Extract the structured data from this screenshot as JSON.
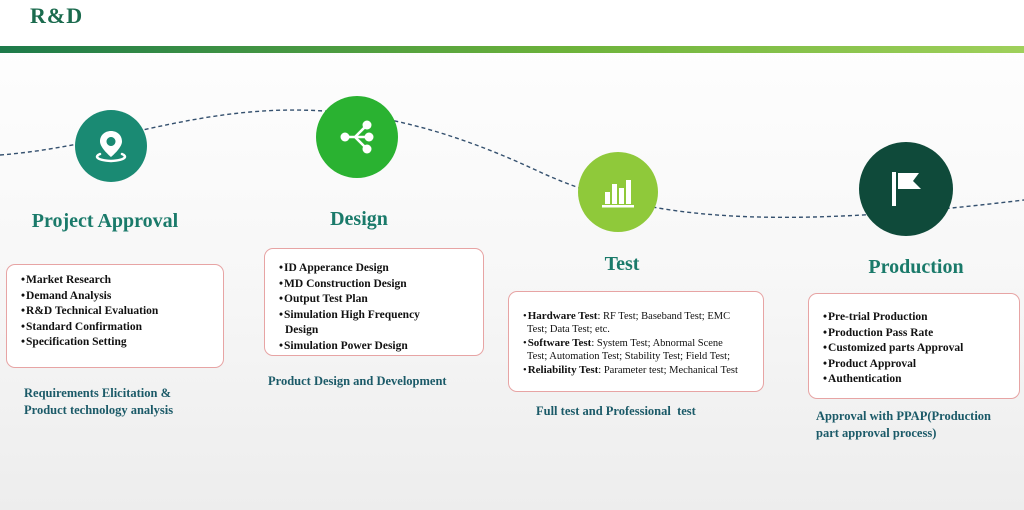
{
  "header": {
    "title": "R&D"
  },
  "stages": [
    {
      "title": "Project Approval",
      "icon": "location-pin-icon",
      "color": "#1a8a73",
      "items": [
        "Market Research",
        "Demand Analysis",
        "R&D Technical Evaluation",
        "Standard Confirmation",
        "Specification Setting"
      ],
      "caption": [
        "Requirements Elicitation &",
        "Product technology analysis"
      ]
    },
    {
      "title": "Design",
      "icon": "share-nodes-icon",
      "color": "#2ab231",
      "items": [
        "ID Apperance Design",
        "MD Construction Design",
        "Output Test Plan",
        "Simulation High Frequency",
        "Design",
        "Simulation Power Design"
      ],
      "caption": [
        "Product Design and Development"
      ]
    },
    {
      "title": "Test",
      "icon": "bar-chart-icon",
      "color": "#8fc93a",
      "items": [
        {
          "label": "Hardware Test",
          "detail": ": RF Test; Baseband Test; EMC",
          "cont": "Test; Data Test; etc."
        },
        {
          "label": "Software Test",
          "detail": ": System Test; Abnormal Scene",
          "cont": "Test; Automation Test; Stability Test; Field Test;"
        },
        {
          "label": "Reliability Test",
          "detail": ": Parameter test; Mechanical Test"
        }
      ],
      "caption": [
        "Full test and Professional  test"
      ]
    },
    {
      "title": "Production",
      "icon": "flag-icon",
      "color": "#0f4a3a",
      "items": [
        "Pre-trial Production",
        "Production Pass Rate",
        "Customized parts Approval",
        "Product Approval",
        "Authentication"
      ],
      "caption": [
        "Approval with PPAP(Production",
        "part approval process)"
      ]
    }
  ]
}
